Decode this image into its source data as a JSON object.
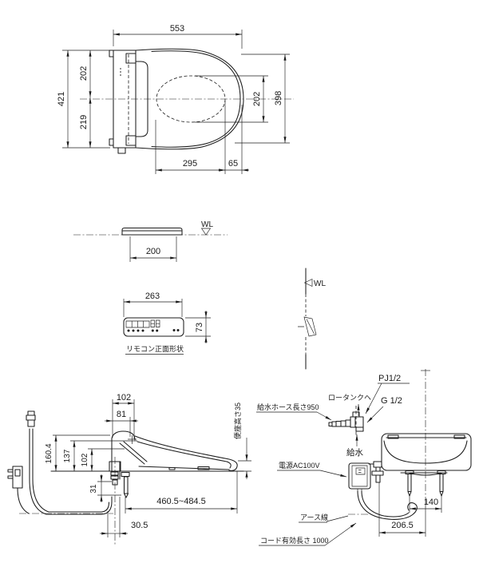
{
  "plan_view": {
    "dim_overall_width": "553",
    "dim_overall_depth": "421",
    "dim_rear_to_center": "202",
    "dim_center_to_front": "219",
    "dim_bowl_width": "202",
    "dim_seat_depth": "398",
    "dim_bowl_length": "295",
    "dim_bowl_to_front": "65"
  },
  "wall_section_view": {
    "dim_width": "200",
    "wall_line_label": "WL"
  },
  "remote_front_view": {
    "dim_width": "263",
    "dim_height": "73",
    "caption": "リモコン正面形状"
  },
  "remote_side_view": {
    "wall_line_label": "WL"
  },
  "side_view": {
    "dim_top_depth": "102",
    "dim_pivot_depth": "81",
    "dim_height_total": "160.4",
    "dim_height_mid": "137",
    "dim_height_front": "102",
    "dim_fitting_drop": "31",
    "seat_height_label": "便座高さ35",
    "dim_install_range": "460.5~484.5",
    "dim_fitting_offset": "30.5"
  },
  "rear_view": {
    "fitting_label_pj": "PJ1/2",
    "to_tank_label": "ロータンクヘ",
    "fitting_label_g": "G 1/2",
    "hose_label": "給水ホース長さ950",
    "water_supply_label": "給水",
    "power_label": "電源AC100V",
    "earth_label": "アース線",
    "cord_label": "コード有効長さ 1000",
    "dim_bolt_pitch": "140",
    "dim_center_offset": "206.5"
  }
}
